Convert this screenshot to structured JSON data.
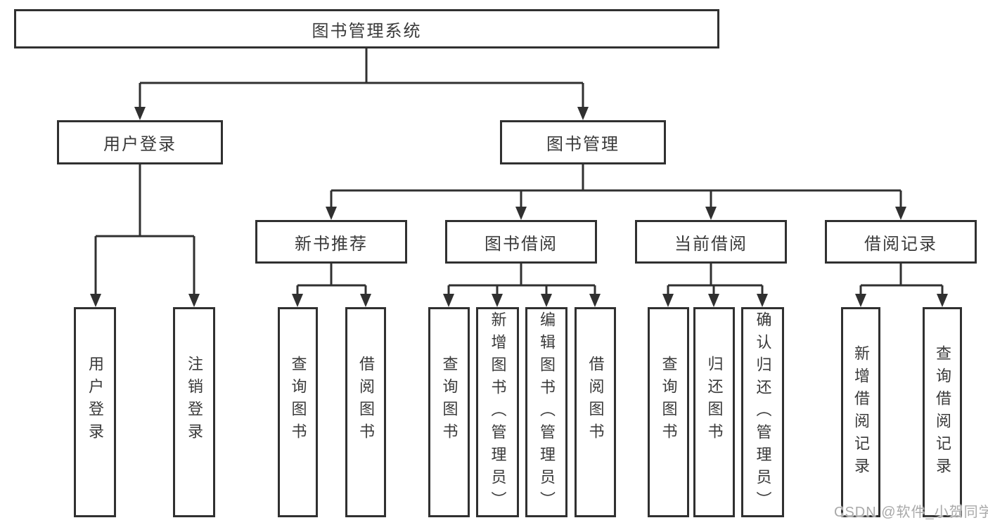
{
  "tree": {
    "label": "图书管理系统",
    "children": [
      {
        "label": "用户登录",
        "children": [
          {
            "label": "用户登录"
          },
          {
            "label": "注销登录"
          }
        ]
      },
      {
        "label": "图书管理",
        "children": [
          {
            "label": "新书推荐",
            "children": [
              {
                "label": "查询图书"
              },
              {
                "label": "借阅图书"
              }
            ]
          },
          {
            "label": "图书借阅",
            "children": [
              {
                "label": "查询图书"
              },
              {
                "label": "新增图书（管理员）"
              },
              {
                "label": "编辑图书（管理员）"
              },
              {
                "label": "借阅图书"
              }
            ]
          },
          {
            "label": "当前借阅",
            "children": [
              {
                "label": "查询图书"
              },
              {
                "label": "归还图书"
              },
              {
                "label": "确认归还（管理员）"
              }
            ]
          },
          {
            "label": "借阅记录",
            "children": [
              {
                "label": "新增借阅记录"
              },
              {
                "label": "查询借阅记录"
              }
            ]
          }
        ]
      }
    ]
  },
  "watermark": {
    "text": "CSDN @软件_小贺同学"
  },
  "colors": {
    "line": "#303030",
    "text": "#3a3a3a",
    "watermark": "#a9a9a9",
    "background": "#ffffff"
  }
}
